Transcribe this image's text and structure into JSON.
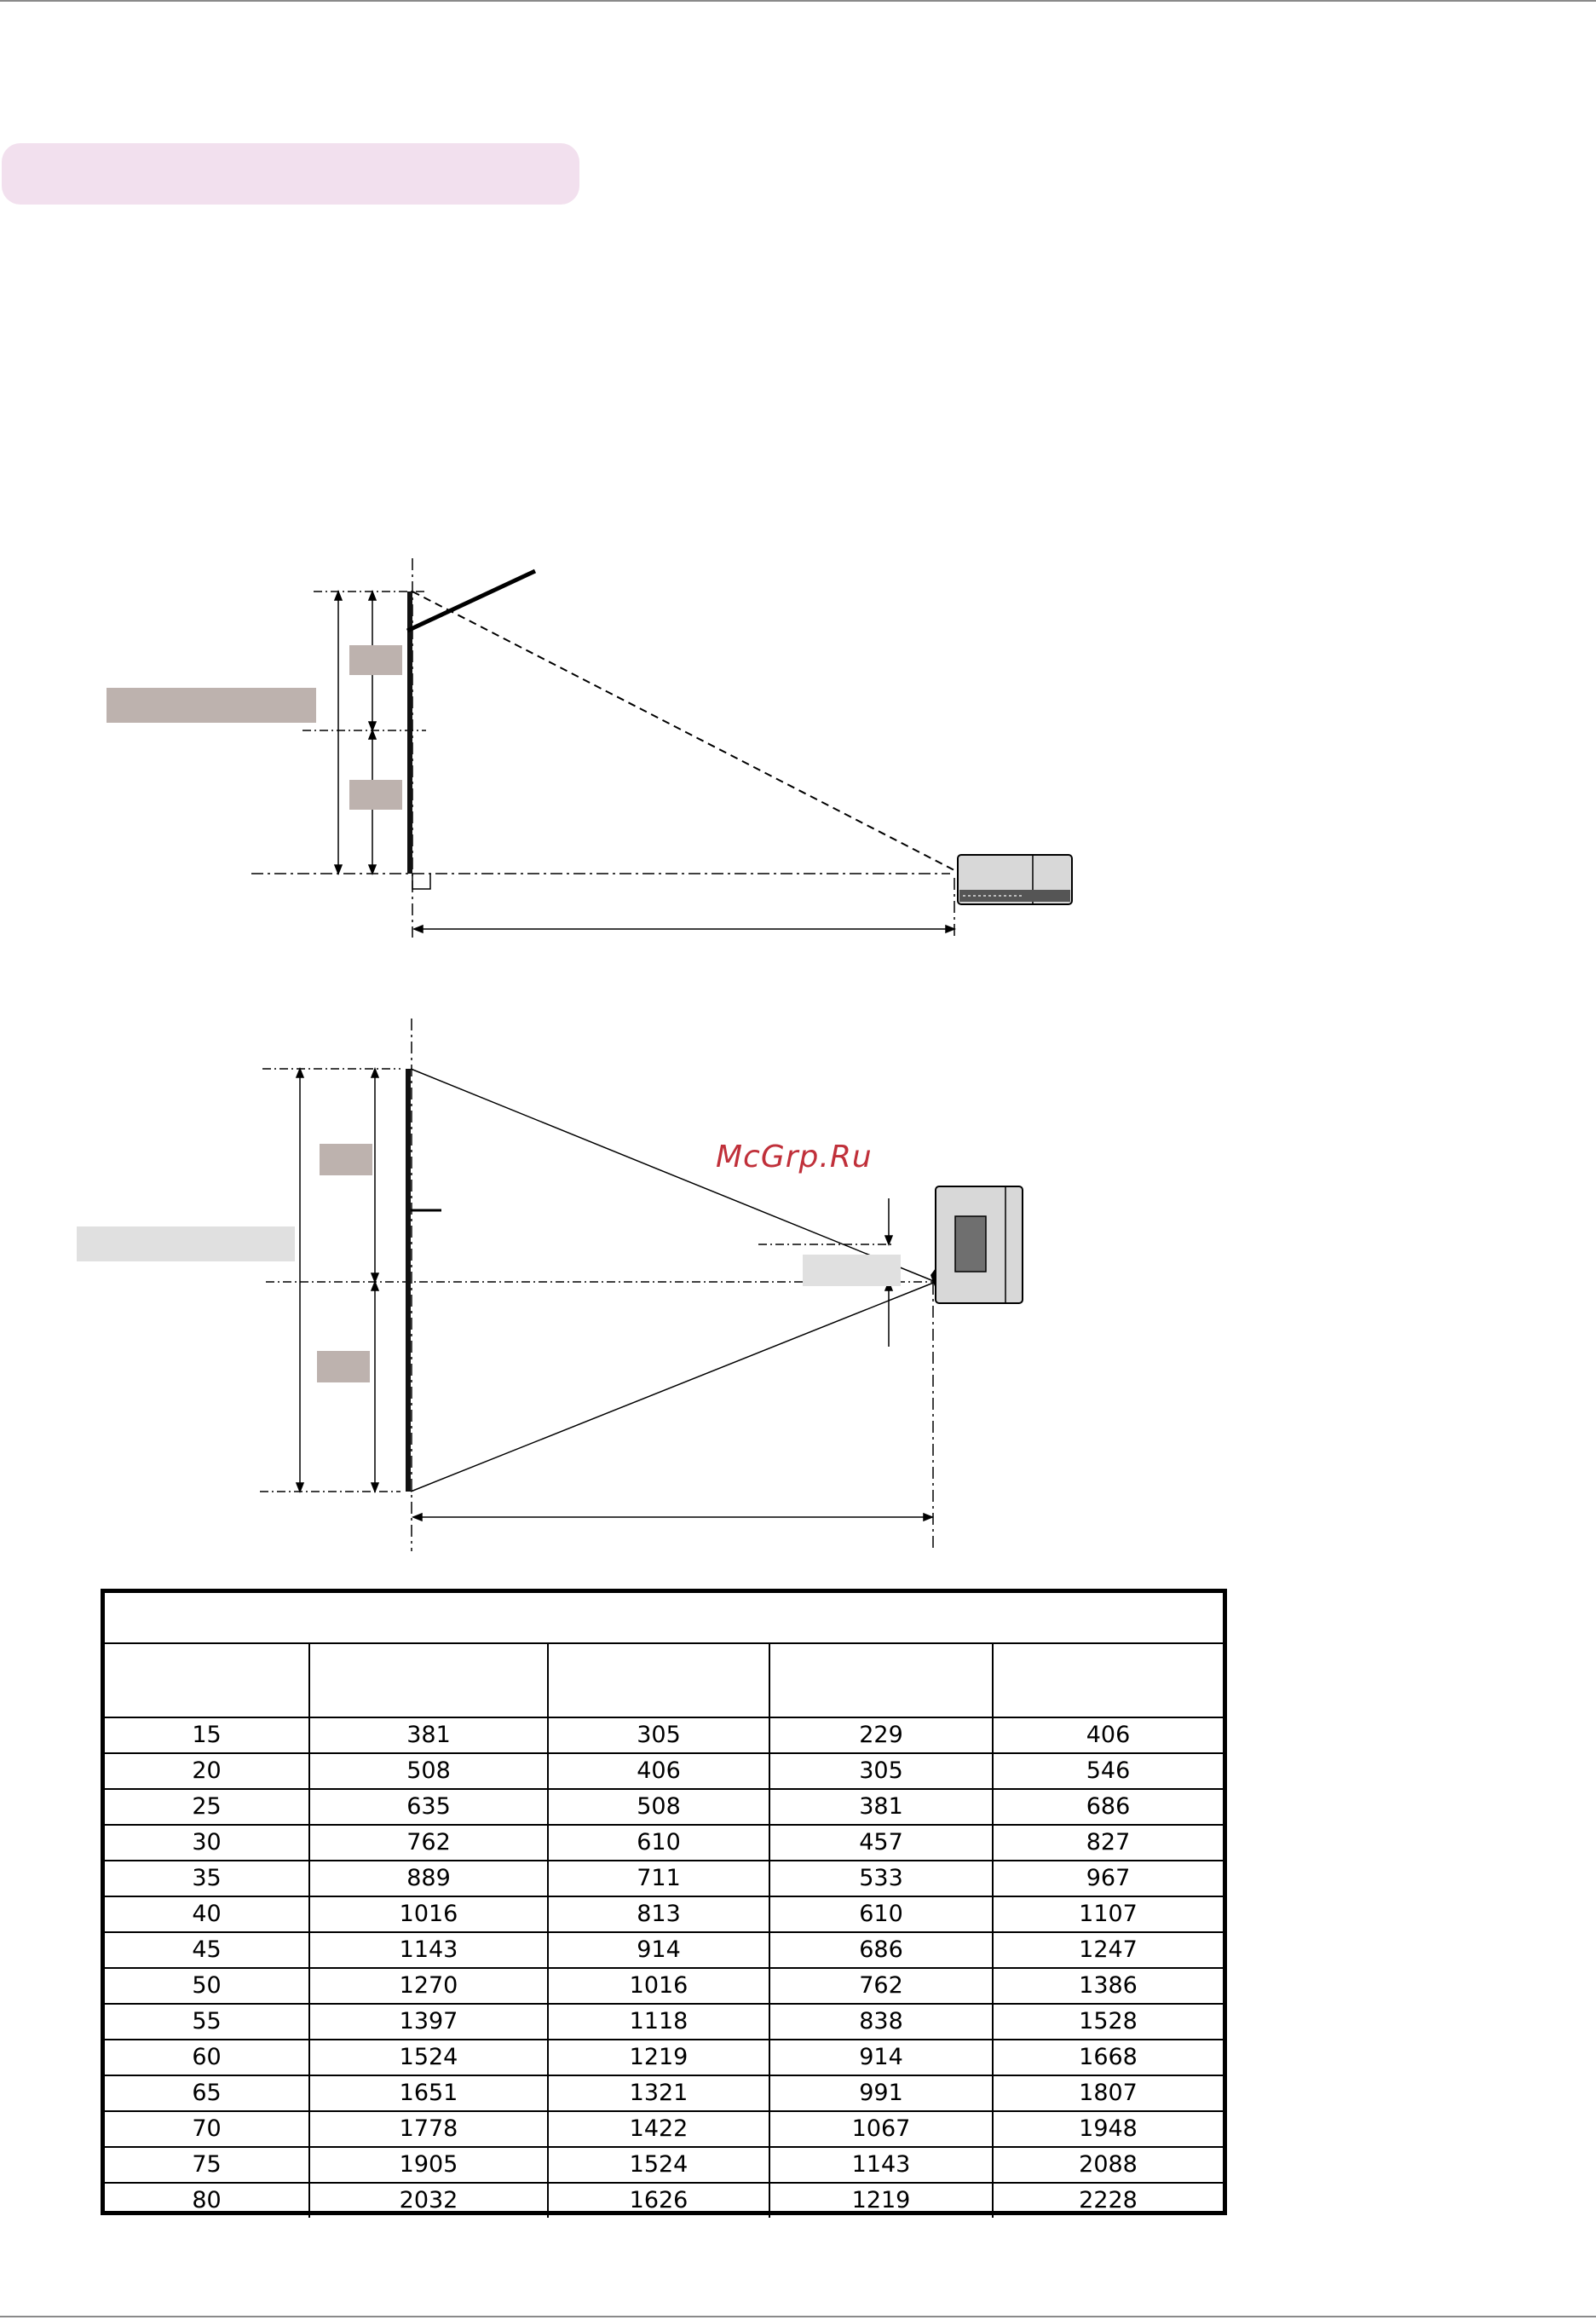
{
  "watermark": "McGrp.Ru",
  "table": {
    "rows": [
      [
        "15",
        "381",
        "305",
        "229",
        "406"
      ],
      [
        "20",
        "508",
        "406",
        "305",
        "546"
      ],
      [
        "25",
        "635",
        "508",
        "381",
        "686"
      ],
      [
        "30",
        "762",
        "610",
        "457",
        "827"
      ],
      [
        "35",
        "889",
        "711",
        "533",
        "967"
      ],
      [
        "40",
        "1016",
        "813",
        "610",
        "1107"
      ],
      [
        "45",
        "1143",
        "914",
        "686",
        "1247"
      ],
      [
        "50",
        "1270",
        "1016",
        "762",
        "1386"
      ],
      [
        "55",
        "1397",
        "1118",
        "838",
        "1528"
      ],
      [
        "60",
        "1524",
        "1219",
        "914",
        "1668"
      ],
      [
        "65",
        "1651",
        "1321",
        "991",
        "1807"
      ],
      [
        "70",
        "1778",
        "1422",
        "1067",
        "1948"
      ],
      [
        "75",
        "1905",
        "1524",
        "1143",
        "2088"
      ],
      [
        "80",
        "2032",
        "1626",
        "1219",
        "2228"
      ]
    ]
  }
}
